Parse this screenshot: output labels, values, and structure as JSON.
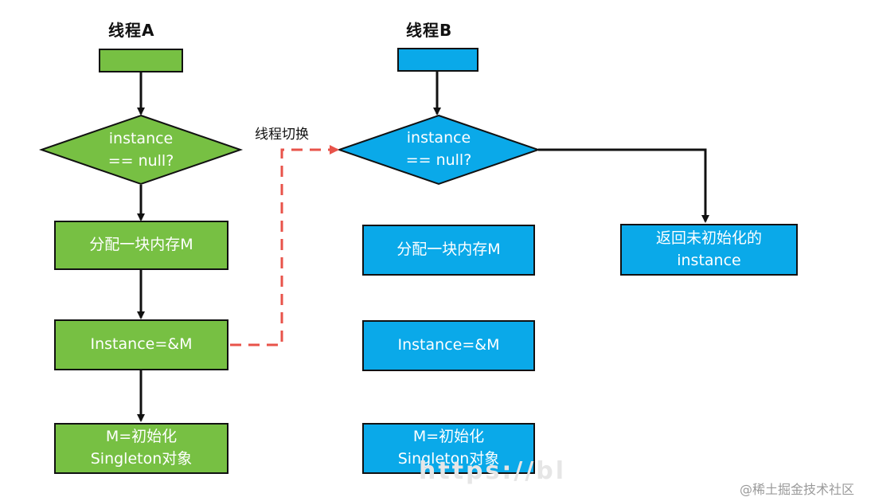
{
  "threadA": {
    "title": "线程A",
    "decision": "instance\n== null?",
    "step1": "分配一块内存M",
    "step2": "Instance=&M",
    "step3": "M=初始化\nSingleton对象"
  },
  "threadB": {
    "title": "线程B",
    "decision": "instance\n== null?",
    "step1": "分配一块内存M",
    "step2": "Instance=&M",
    "step3": "M=初始化\nSingleton对象",
    "return_box": "返回未初始化的\ninstance"
  },
  "switch_label": "线程切换",
  "watermark": "@稀土掘金技术社区",
  "ghost_url": "https://bl",
  "colors": {
    "threadA": "#77c043",
    "threadB": "#0aa9e9",
    "switch_arrow": "#e8534a"
  }
}
